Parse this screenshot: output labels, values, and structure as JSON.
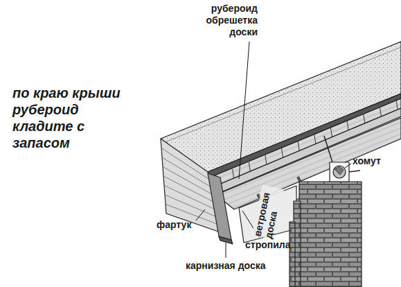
{
  "diagram": {
    "labels": [
      "по краю крыши рубероид кладите с запасом",
      "рубероид",
      "обрешетка",
      "доски",
      "хомут",
      "ветровая доска",
      "фартук",
      "стропила",
      "карнизная доска"
    ]
  }
}
